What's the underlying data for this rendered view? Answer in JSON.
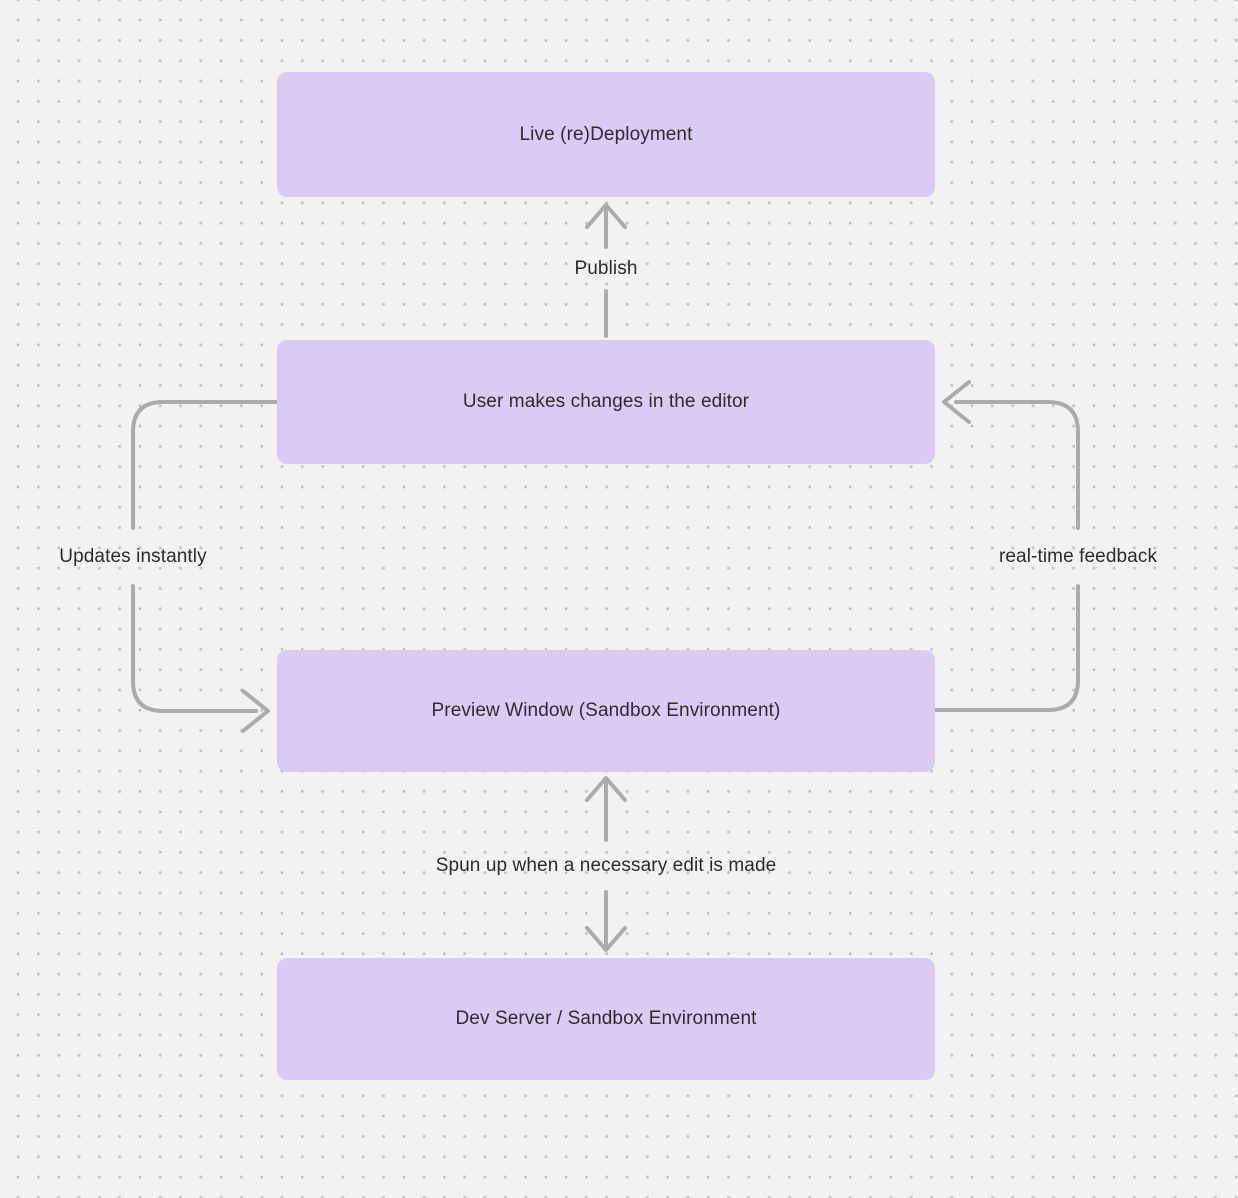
{
  "diagram": {
    "nodes": [
      {
        "id": "live-redeployment",
        "label": "Live (re)Deployment"
      },
      {
        "id": "user-editor",
        "label": "User makes changes in the editor"
      },
      {
        "id": "preview-window",
        "label": "Preview Window (Sandbox Environment)"
      },
      {
        "id": "dev-server",
        "label": "Dev Server / Sandbox Environment"
      }
    ],
    "edges": [
      {
        "id": "publish",
        "label": "Publish",
        "from": "user-editor",
        "to": "live-redeployment",
        "direction": "up"
      },
      {
        "id": "updates-instantly",
        "label": "Updates instantly",
        "from": "user-editor",
        "to": "preview-window",
        "direction": "left-loop-down"
      },
      {
        "id": "realtime-feedback",
        "label": "real-time feedback",
        "from": "preview-window",
        "to": "user-editor",
        "direction": "right-loop-up"
      },
      {
        "id": "spun-up",
        "label": "Spun up when a necessary edit is made",
        "from": "dev-server",
        "to": "preview-window",
        "direction": "bidirectional"
      }
    ],
    "colors": {
      "background": "#f2f2f1",
      "grid_dot": "#c4c3c2",
      "node_fill": "#d8ccf5",
      "node_text": "#2d2d2d",
      "arrow": "#ababab",
      "label_text": "#2b2b2b"
    }
  }
}
